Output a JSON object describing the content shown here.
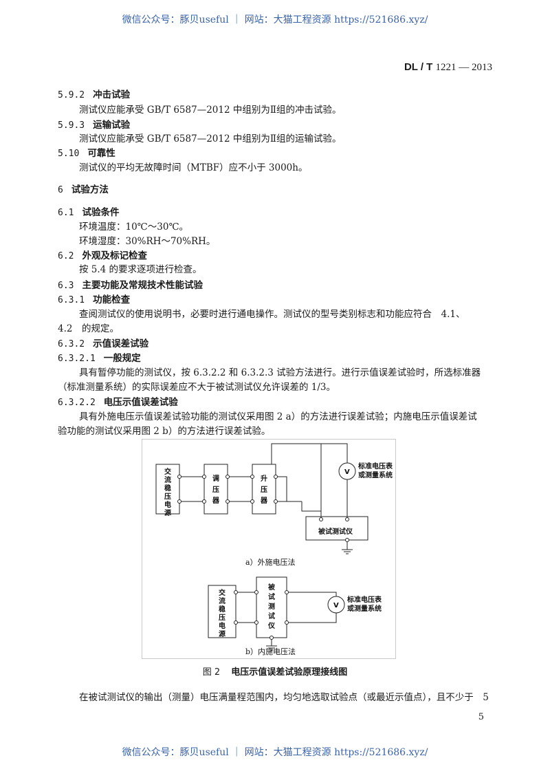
{
  "watermark": {
    "text": "微信公众号：豚贝useful ｜ 网站：大猫工程资源 https://521686.xyz/"
  },
  "header": {
    "prefix": "DL / T",
    "number": "1221 — 2013"
  },
  "sections": {
    "s592": {
      "num": "5.9.2",
      "title": "冲击试验",
      "text": "测试仪应能承受 GB/T 6587—2012 中组别为Ⅱ组的冲击试验。"
    },
    "s593": {
      "num": "5.9.3",
      "title": "运输试验",
      "text": "测试仪应能承受 GB/T 6587—2012 中组别为Ⅱ组的运输试验。"
    },
    "s510": {
      "num": "5.10",
      "title": "可靠性",
      "text": "测试仪的平均无故障时间（MTBF）应不小于 3000h。"
    },
    "s6": {
      "num": "6",
      "title": "试验方法"
    },
    "s61": {
      "num": "6.1",
      "title": "试验条件",
      "line1": "环境温度：10℃～30℃。",
      "line2": "环境湿度：30%RH～70%RH。"
    },
    "s62": {
      "num": "6.2",
      "title": "外观及标记检查",
      "text": "按 5.4 的要求逐项进行检查。"
    },
    "s63": {
      "num": "6.3",
      "title": "主要功能及常规技术性能试验"
    },
    "s631": {
      "num": "6.3.1",
      "title": "功能检查",
      "line1": "查阅测试仪的使用说明书，必要时进行通电操作。测试仪的型号类别标志和功能应符合　4.1、",
      "line2": "4.2　的规定。"
    },
    "s632": {
      "num": "6.3.2",
      "title": "示值误差试验"
    },
    "s6321": {
      "num": "6.3.2.1",
      "title": "一般规定",
      "line1": "具有暂停功能的测试仪，按 6.3.2.2 和 6.3.2.3 试验方法进行。进行示值误差试验时，所选标准器",
      "line2": "（标准测量系统）的实际误差应不大于被试测试仪允许误差的 1/3。"
    },
    "s6322": {
      "num": "6.3.2.2",
      "title": "电压示值误差试验",
      "line1": "具有外施电压示值误差试验功能的测试仪采用图 2 a）的方法进行误差试验；内施电压示值误差试",
      "line2": "验功能的测试仪采用图 2 b）的方法进行误差试验。"
    }
  },
  "figure": {
    "a": {
      "source": [
        "交",
        "流",
        "稳",
        "压",
        "电",
        "源"
      ],
      "regulator": [
        "调",
        "压",
        "器"
      ],
      "booster": [
        "升",
        "压",
        "器"
      ],
      "device": "被试测试仪",
      "meter_symbol": "V",
      "meter_label_1": "标准电压表",
      "meter_label_2": "或测量系统",
      "caption": "a）外施电压法"
    },
    "b": {
      "source": [
        "交",
        "流",
        "稳",
        "压",
        "电",
        "源"
      ],
      "device": [
        "被",
        "试",
        "测",
        "试",
        "仪"
      ],
      "meter_symbol": "V",
      "meter_label_1": "标准电压表",
      "meter_label_2": "或测量系统",
      "caption": "b）内施电压法"
    },
    "label": "图 2",
    "title": "电压示值误差试验原理接线图"
  },
  "closing_text": "在被试测试仪的输出（测量）电压满量程范围内，均匀地选取试验点（或最近示值点），且不少于　5",
  "page_number": "5"
}
